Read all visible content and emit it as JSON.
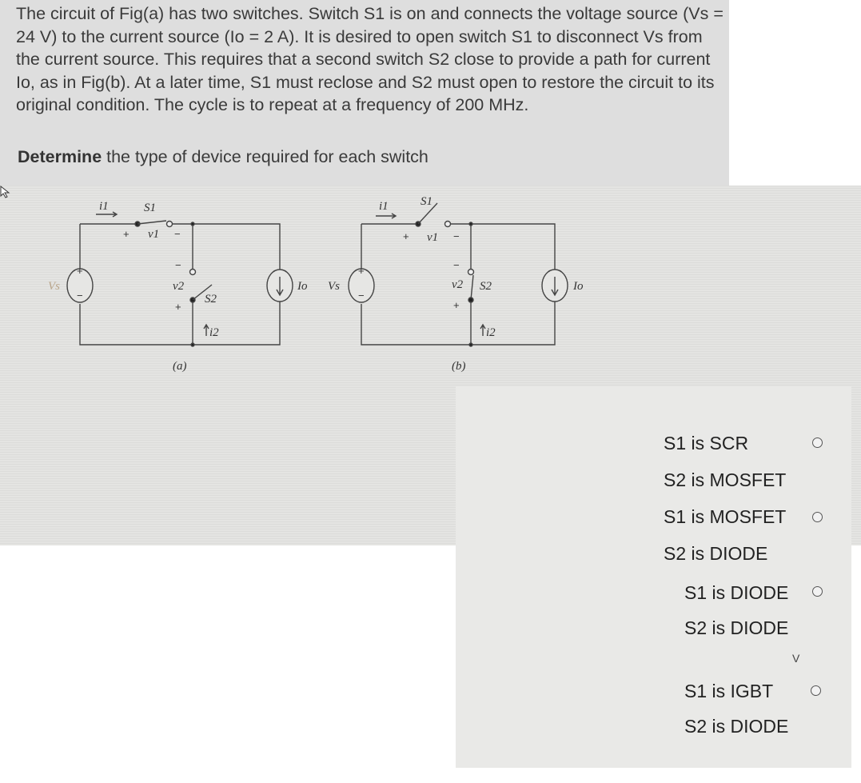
{
  "question": {
    "text": "The circuit of Fig(a) has two switches. Switch S1 is on and connects the voltage source (Vs = 24 V) to the current source (Io = 2 A). It is desired to open switch S1 to disconnect Vs from the current source. This requires that a second switch S2 close to provide a path for current Io, as in Fig(b). At a later time, S1 must reclose and S2 must open to restore the circuit to its original condition. The cycle is to repeat at a frequency of 200 MHz.",
    "prompt_bold": "Determine",
    "prompt_rest": " the type of device required for each switch"
  },
  "figure": {
    "a": {
      "caption": "(a)",
      "vs": "Vs",
      "io": "Io",
      "i1": "i1",
      "i2": "i2",
      "s1": "S1",
      "s2": "S2",
      "v1": "v1",
      "v2": "v2"
    },
    "b": {
      "caption": "(b)",
      "vs": "Vs",
      "io": "Io",
      "i1": "i1",
      "i2": "i2",
      "s1": "S1",
      "s2": "S2",
      "v1": "v1",
      "v2": "v2"
    },
    "plus": "+",
    "minus": "−"
  },
  "answers": {
    "options": [
      {
        "line1": "S1 is SCR",
        "line2": "S2 is MOSFET",
        "selected": false
      },
      {
        "line1": "S1 is MOSFET",
        "line2": "S2 is DIODE",
        "selected": false
      },
      {
        "line1": "S1 is DIODE",
        "line2": "S2 is DIODE",
        "selected": false
      },
      {
        "line1": "S1 is IGBT",
        "line2": "S2 is DIODE",
        "selected": false
      }
    ],
    "chevron": "V"
  }
}
